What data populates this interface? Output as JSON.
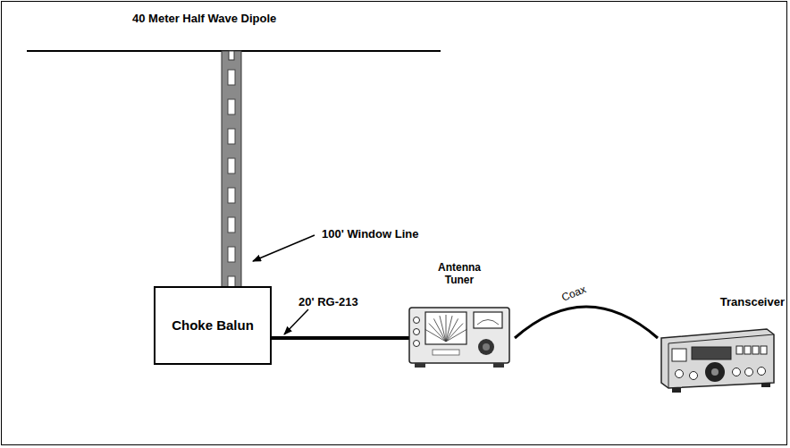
{
  "diagram": {
    "nodes": [
      {
        "text": [
          "Choke Balun"
        ]
      },
      {
        "text": [
          "Antenna Tuner"
        ]
      },
      {
        "text": [
          "Transceiver"
        ]
      }
    ],
    "edges": [
      {
        "from": 0,
        "to": 1,
        "arrow": "none"
      },
      {
        "from": 1,
        "to": 2,
        "arrow": "none",
        "label": "Coax"
      }
    ],
    "labels": [
      "40 Meter Half Wave Dipole",
      "100' Window Line",
      "20' RG-213"
    ]
  }
}
